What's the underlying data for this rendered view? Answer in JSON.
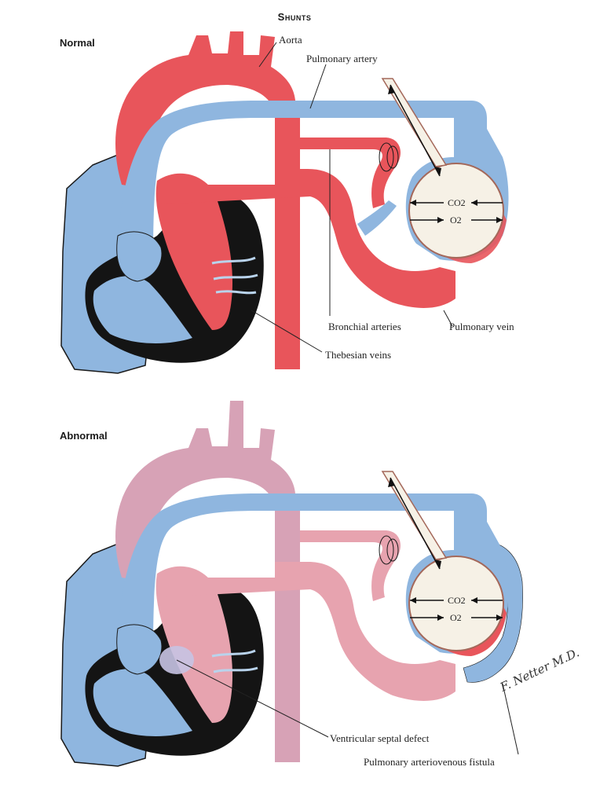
{
  "title": "Shunts",
  "panels": {
    "normal": {
      "label": "Normal",
      "labels": {
        "aorta": "Aorta",
        "pulmonary_artery": "Pulmonary artery",
        "bronchial_arteries": "Bronchial arteries",
        "pulmonary_vein": "Pulmonary vein",
        "thebesian_veins": "Thebesian veins"
      },
      "gas": {
        "co2": "CO2",
        "o2": "O2"
      }
    },
    "abnormal": {
      "label": "Abnormal",
      "labels": {
        "ventricular_septal_defect": "Ventricular septal defect",
        "pulmonary_av_fistula": "Pulmonary arteriovenous fistula"
      },
      "gas": {
        "co2": "CO2",
        "o2": "O2"
      }
    }
  },
  "colors": {
    "oxygenated": "#e8555b",
    "deoxygenated": "#8fb6df",
    "mixed": "#d7a2b6",
    "mixed_light": "#e7a3af",
    "myocardium": "#141414",
    "alveolus": "#f6f1e6"
  },
  "signature": "F. Netter M.D."
}
